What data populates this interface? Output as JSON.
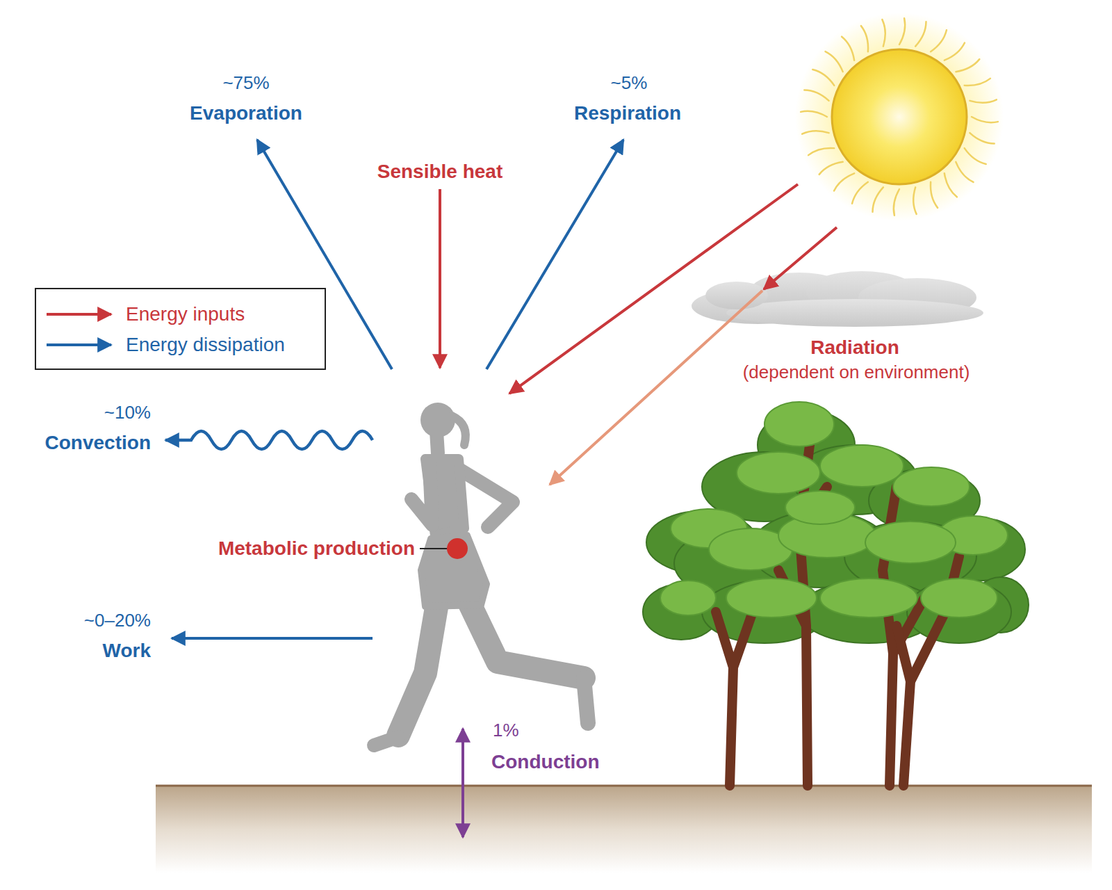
{
  "diagram": {
    "labels": [
      "~75%",
      "Evaporation",
      "Sensible heat",
      "~5%",
      "Respiration",
      "Radiation",
      "(dependent on environment)",
      "~10%",
      "Convection",
      "Metabolic production",
      "~0–20%",
      "Work",
      "1%",
      "Conduction"
    ],
    "legend": [
      {
        "text": "Energy inputs"
      },
      {
        "text": "Energy dissipation"
      }
    ]
  }
}
